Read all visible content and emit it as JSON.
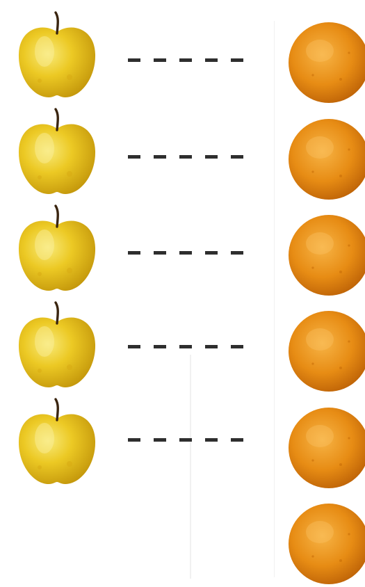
{
  "scene": {
    "pairs": [
      {
        "apple": "apple",
        "orange": "orange",
        "connector": "dashed-line"
      },
      {
        "apple": "apple",
        "orange": "orange",
        "connector": "dashed-line"
      },
      {
        "apple": "apple",
        "orange": "orange",
        "connector": "dashed-line"
      },
      {
        "apple": "apple",
        "orange": "orange",
        "connector": "dashed-line"
      },
      {
        "apple": "apple",
        "orange": "orange",
        "connector": "dashed-line"
      }
    ],
    "extra_oranges": [
      "orange"
    ],
    "colors": {
      "apple": "#e9c21a",
      "apple_highlight": "#f6e46a",
      "apple_shadow": "#c49a0c",
      "orange": "#e58a12",
      "orange_highlight": "#f6ad3b",
      "orange_shadow": "#bf6306",
      "dash": "#2e2e2e",
      "background": "#ffffff"
    }
  }
}
